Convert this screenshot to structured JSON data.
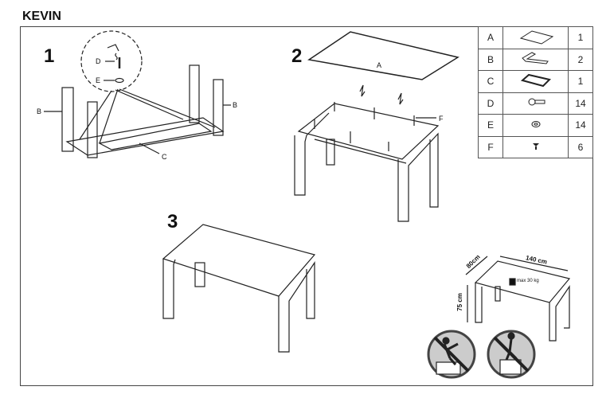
{
  "title": "KEVIN",
  "steps": [
    "1",
    "2",
    "3"
  ],
  "step1_labels": {
    "d": "D",
    "e": "E",
    "b_left": "B",
    "b_right": "B",
    "c": "C"
  },
  "step2_labels": {
    "a": "A",
    "f": "F"
  },
  "parts": [
    {
      "letter": "A",
      "icon": "glass-top-icon",
      "qty": "1"
    },
    {
      "letter": "B",
      "icon": "leg-frame-icon",
      "qty": "2"
    },
    {
      "letter": "C",
      "icon": "frame-icon",
      "qty": "1"
    },
    {
      "letter": "D",
      "icon": "screw-icon",
      "qty": "14"
    },
    {
      "letter": "E",
      "icon": "washer-icon",
      "qty": "14"
    },
    {
      "letter": "F",
      "icon": "suction-pad-icon",
      "qty": "6"
    }
  ],
  "dimensions": {
    "width": "140 cm",
    "depth": "80cm",
    "height": "75 cm",
    "max_load": "max 30 kg"
  },
  "warnings": [
    "no-standing-on-table-icon",
    "no-climbing-icon"
  ]
}
